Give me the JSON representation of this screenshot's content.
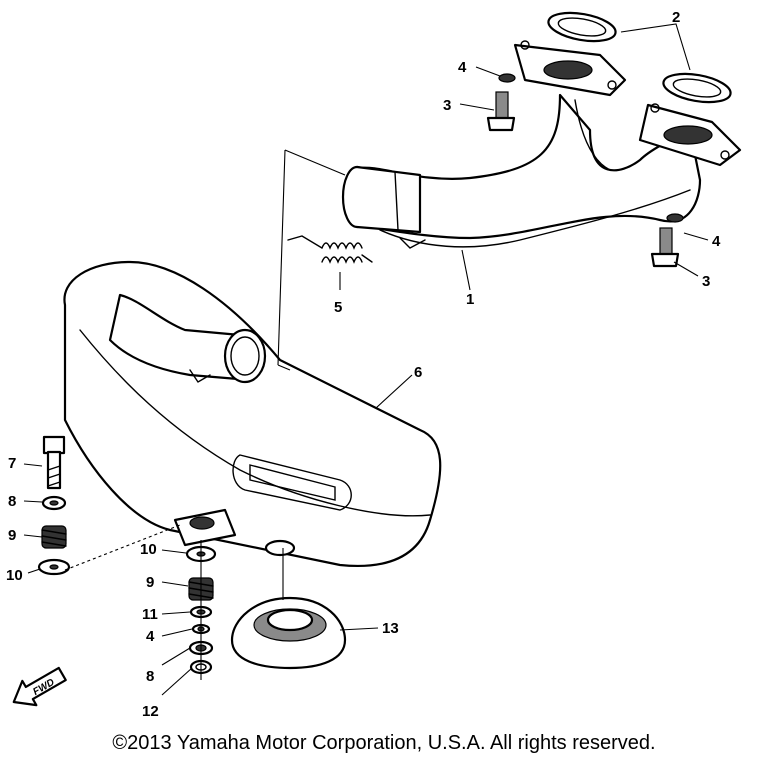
{
  "diagram": {
    "callouts": [
      "1",
      "2",
      "3",
      "4",
      "5",
      "6",
      "7",
      "8",
      "9",
      "10",
      "11",
      "12",
      "13"
    ],
    "fwd_label": "FWD",
    "copyright": "©2013 Yamaha Motor Corporation, U.S.A. All rights reserved."
  },
  "colors": {
    "ink": "#000000",
    "paper": "#ffffff",
    "shade": "#8a8a8a"
  }
}
